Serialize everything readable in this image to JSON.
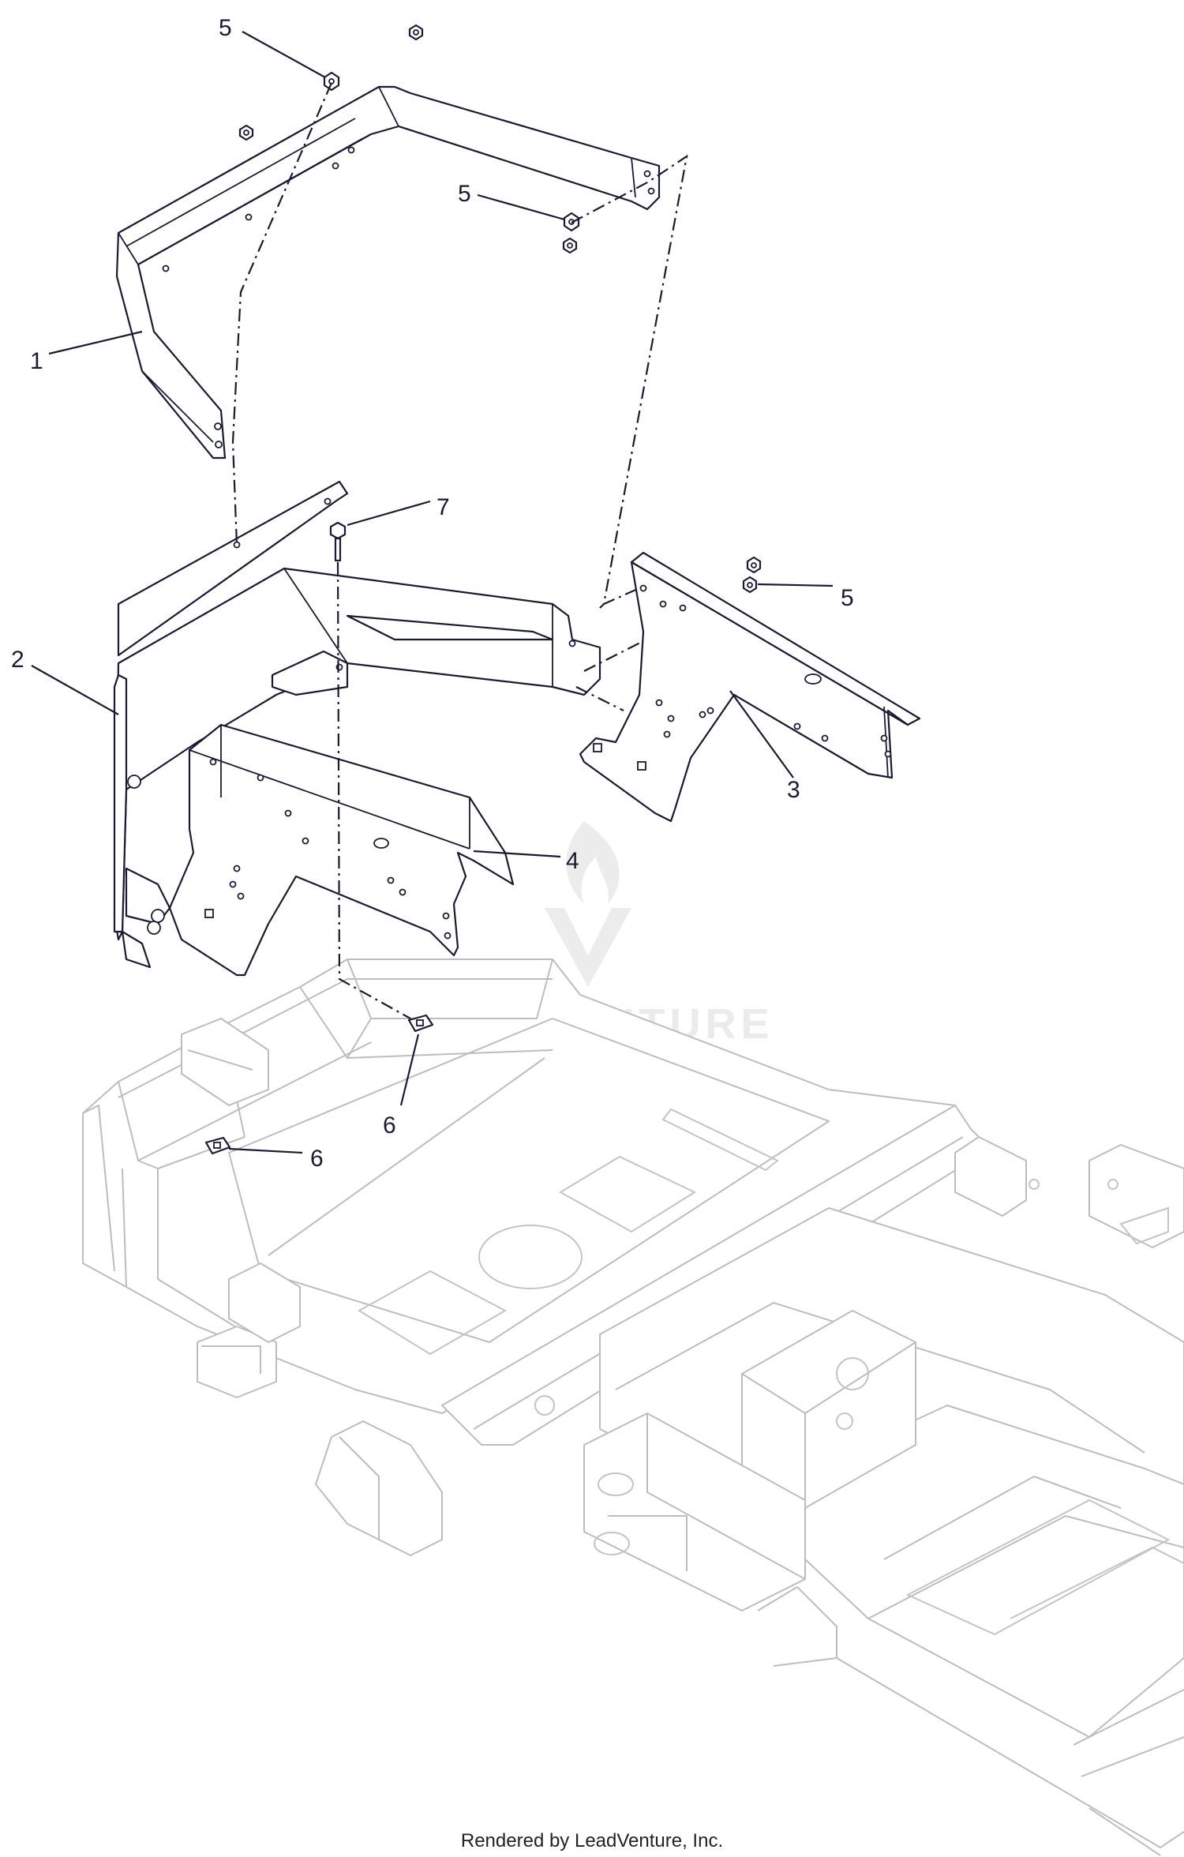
{
  "callouts": [
    {
      "id": "c1",
      "label": "1"
    },
    {
      "id": "c2",
      "label": "2"
    },
    {
      "id": "c3",
      "label": "3"
    },
    {
      "id": "c4",
      "label": "4"
    },
    {
      "id": "c5a",
      "label": "5"
    },
    {
      "id": "c5b",
      "label": "5"
    },
    {
      "id": "c5c",
      "label": "5"
    },
    {
      "id": "c6a",
      "label": "6"
    },
    {
      "id": "c6b",
      "label": "6"
    },
    {
      "id": "c7",
      "label": "7"
    }
  ],
  "watermark": {
    "text": "LEADVENTURE"
  },
  "footer": {
    "text": "Rendered by LeadVenture, Inc."
  },
  "colors": {
    "line": "#1a1a33",
    "frame": "#bdbdbd",
    "watermark": "#ebebeb"
  }
}
